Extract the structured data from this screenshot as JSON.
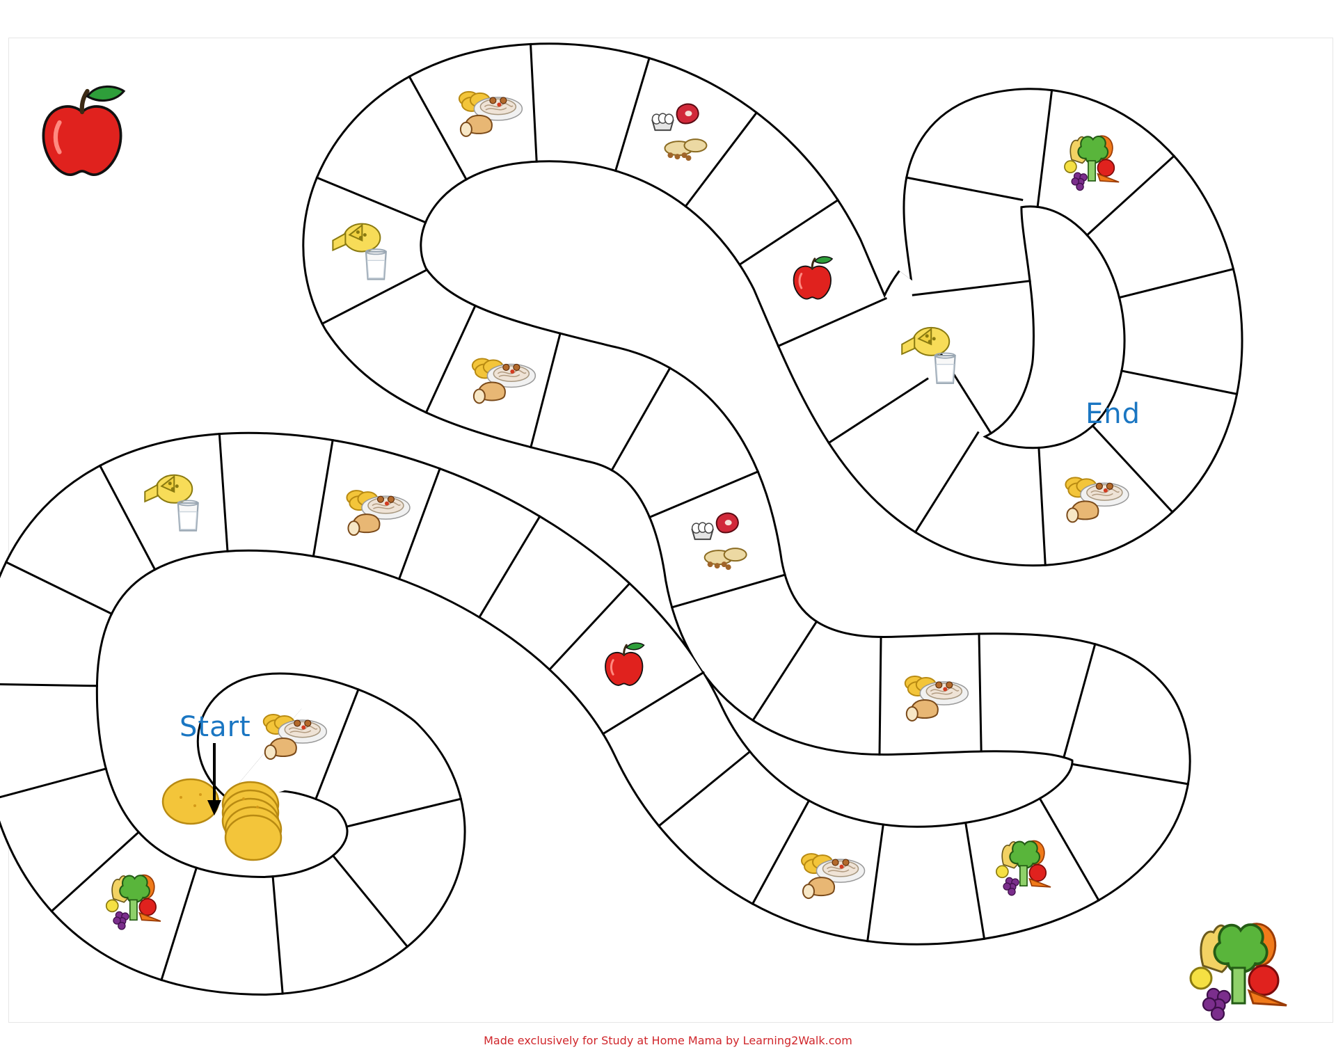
{
  "labels": {
    "start": "Start",
    "end": "End"
  },
  "footer": {
    "credit": "Made exclusively for Study at Home Mama by Learning2Walk.com"
  },
  "board": {
    "path_direction": "start-to-end",
    "spaces": [
      "grains",
      "empty",
      "empty",
      "empty",
      "empty",
      "vegetables",
      "empty",
      "empty",
      "empty",
      "empty",
      "dairy",
      "empty",
      "grains",
      "empty",
      "empty",
      "fruit",
      "empty",
      "empty",
      "grains",
      "empty",
      "vegetables",
      "empty",
      "empty",
      "empty",
      "grains",
      "empty",
      "empty",
      "protein",
      "empty",
      "empty",
      "grains",
      "empty",
      "dairy",
      "empty",
      "grains",
      "empty",
      "protein",
      "empty",
      "fruit",
      "empty",
      "empty",
      "empty",
      "grains",
      "empty",
      "empty",
      "empty",
      "vegetables",
      "empty",
      "empty",
      "empty",
      "dairy"
    ]
  },
  "icons": [
    "apple-icon",
    "vegetables-icon",
    "crackers-icon",
    "cheese-icon",
    "milk-icon",
    "spaghetti-icon",
    "bread-icon",
    "meat-eggs-icon",
    "nuts-icon"
  ],
  "colors": {
    "label_blue": "#1a76c2",
    "credit_red": "#d0262b",
    "apple_red": "#e0221e",
    "leaf_green": "#2e9e3a",
    "cracker_yellow": "#f3c53a"
  }
}
